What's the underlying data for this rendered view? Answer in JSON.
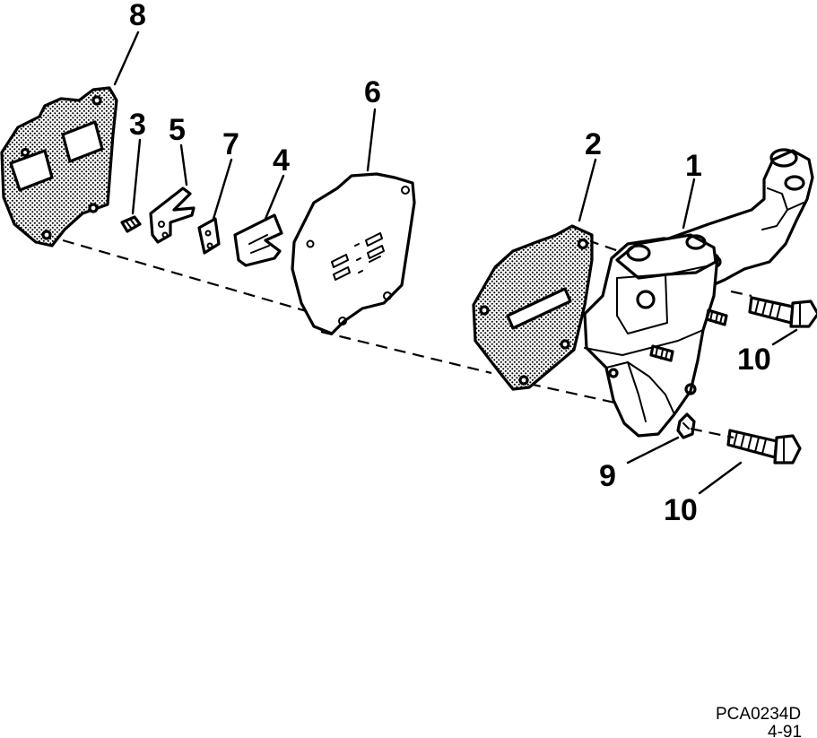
{
  "callouts": {
    "c8": "8",
    "c3": "3",
    "c5": "5",
    "c7": "7",
    "c4": "4",
    "c6": "6",
    "c2": "2",
    "c1": "1",
    "c10a": "10",
    "c9": "9",
    "c10b": "10"
  },
  "reference": {
    "code": "PCA0234D",
    "date": "4-91"
  }
}
